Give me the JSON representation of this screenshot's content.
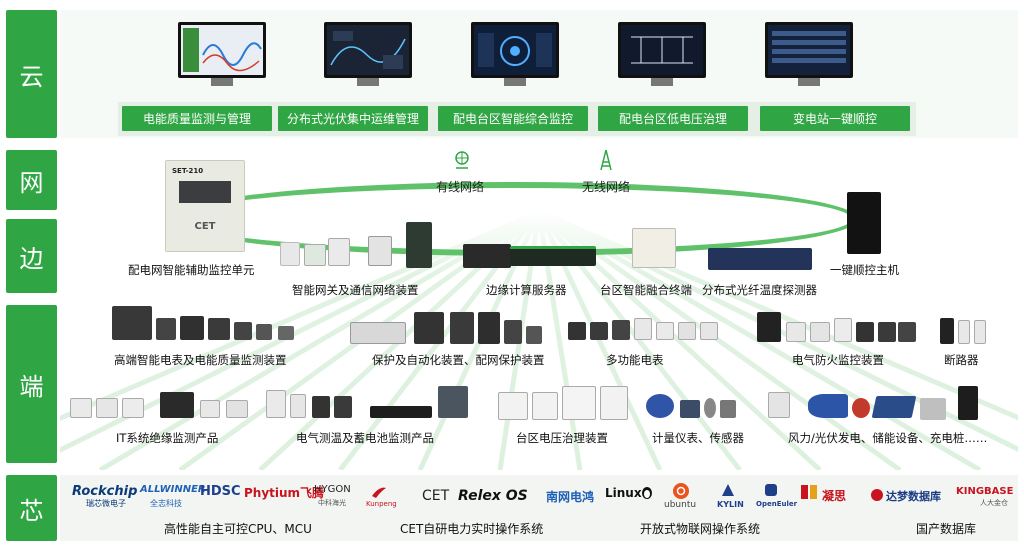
{
  "layers": {
    "cloud": "云",
    "network": "网",
    "edge": "边",
    "terminal": "端",
    "chip": "芯"
  },
  "cloud_apps": [
    "电能质量监测与管理",
    "分布式光伏集中运维管理",
    "配电台区智能综合监控",
    "配电台区低电压治理",
    "变电站一键顺控"
  ],
  "network": {
    "wired": "有线网络",
    "wireless": "无线网络",
    "wired_icon": "globe-network-icon",
    "wireless_icon": "antenna-tower-icon"
  },
  "edge": {
    "monitor_unit": "配电网智能辅助监控单元",
    "panel_brand": "CET",
    "panel_model": "SET-210",
    "gateway": "智能网关及通信网络装置",
    "edge_server": "边缘计算服务器",
    "fusion_terminal": "台区智能融合终端",
    "fiber_sensor": "分布式光纤温度探测器",
    "sequence_host": "一键顺控主机"
  },
  "terminal": {
    "row1": [
      "高端智能电表及电能质量监测装置",
      "保护及自动化装置、配网保护装置",
      "多功能电表",
      "电气防火监控装置",
      "断路器"
    ],
    "row2": [
      "IT系统绝缘监测产品",
      "电气测温及蓄电池监测产品",
      "台区电压治理装置",
      "计量仪表、传感器",
      "风力/光伏发电、储能设备、充电桩……"
    ]
  },
  "chip": {
    "logos": [
      "Rockchip",
      "瑞芯微电子",
      "ALLWINNER",
      "全志科技",
      "HDSC",
      "Phytium飞腾",
      "HYGON",
      "中科海光",
      "Kunpeng",
      "CET",
      "Relex OS",
      "南网电鸿",
      "Linux",
      "ubuntu",
      "KYLIN",
      "OpenEuler",
      "凝思",
      "达梦数据库",
      "KINGBASE",
      "人大金仓"
    ],
    "captions": [
      "高性能自主可控CPU、MCU",
      "CET自研电力实时操作系统",
      "开放式物联网操作系统",
      "国产数据库"
    ]
  },
  "colors": {
    "brand_green": "#2fa643",
    "ring_green": "#5fc26a",
    "screen_dark": "#1a2a3f"
  }
}
